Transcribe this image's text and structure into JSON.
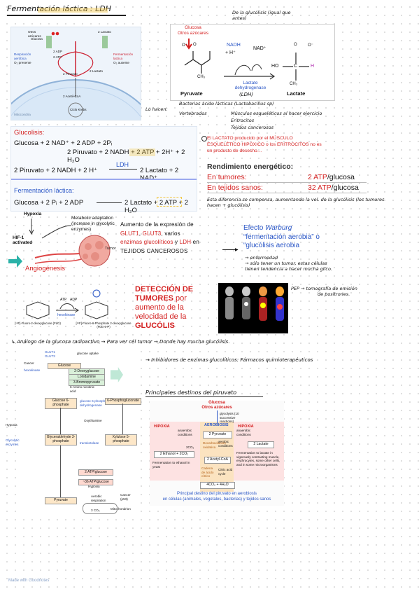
{
  "colors": {
    "accent_red": "#d42020",
    "accent_blue": "#2a56c6",
    "ldh_fill": "#f3a6a6",
    "atp_highlight": "#f2c84b",
    "green": "#2e9e5a"
  },
  "title": "Fermentación láctica : LDH",
  "fig1": {
    "otros_azucares": "Otros azúcares",
    "glucosa": "Glucosa",
    "respiracion": "Respiración aeróbica",
    "o2_presente": "O₂ presente",
    "fermentacion": "Fermentación láctica",
    "o2_ausente": "O₂ ausente",
    "two_atp": "2 ATP",
    "two_adp": "2 ADP",
    "two_lactato": "2 Lactato",
    "two_piruvato": "2 Piruvato",
    "acetil": "2 Acetil-CoA",
    "ciclo": "Ciclo Krebs",
    "mitocondria": "Mitocondria"
  },
  "fig2": {
    "glucosa": "Glucosa",
    "otros": "Otros azúcares",
    "nadh": "NADH",
    "h": "+ H⁺",
    "nad": "NAD⁺",
    "enzyme": "Lactate dehydrogenase",
    "ldh": "(LDH)",
    "pyruvate": "Pyruvate",
    "lactate": "Lactate",
    "note": "De la glucólisis (igual que antes)",
    "ho": "HO",
    "c": "C",
    "hh": "H",
    "ch3": "CH₃",
    "o": "O",
    "ominus": "O⁻"
  },
  "note_hacen": {
    "lead": "Lo hacen:",
    "bac": "Bacterias ácido lácticas (Lactobacillus sp)",
    "vert": "Vertebrados",
    "musc": "Músculos esqueléticos al hacer ejercicio",
    "eri": "Eritrocitos",
    "tej": "Tejidos cancerosos"
  },
  "eqcard": {
    "glucolisis": "Glucolisis:",
    "eq1a": "Glucosa + 2 NAD⁺ + 2 ADP + 2Pᵢ",
    "eq1b": "2 Piruvato + 2 NADH + 2 ATP + 2H⁺ + 2 H₂O",
    "ldh": "LDH",
    "eq2a": "2 Piruvato + 2 NADH + 2 H⁺",
    "eq2b": "2 Lactato + 2 NAD⁺",
    "ferm": "Fermentación láctica:",
    "eq3a": "Glucosa + 2 Pᵢ + 2 ADP",
    "eq3b": "2 Lactato + 2 ATP + 2 H₂O"
  },
  "lactato_note": "El LACTATO producido por el MÚSCULO ESQUELÉTICO HIPÓXICO o los ERITROCITOS no es un producto de desecho…",
  "rendimiento": {
    "title": "Rendimiento energético:",
    "r1_label": "En tumores:",
    "r1_value": "2 ATP",
    "r2_label": "En tejidos sanos:",
    "r2_value": "32 ATP",
    "unit": "/glucosa"
  },
  "rend_note": "Esta diferencia se compensa, aumentando la vel. de la glucólisis (los tumores hacen + glucólisis)",
  "hypoxia": {
    "hypoxia": "Hypoxia",
    "hif": "HIF-1 activated",
    "meta": "Metabolic adaptation (increase in glycolytic enzymes)",
    "tumor": "Tumor",
    "angio": "Angiogénesis"
  },
  "aumento": {
    "t1": "Aumento de la expresión de",
    "glut1": "GLUT1",
    "comma1": ",",
    "glut3": "GLUT3",
    "varios": ", varios",
    "enz": "enzimas glucolíticos",
    "y": " y ",
    "ldh": "LDH",
    "en": " en",
    "t2": "TEJIDOS CANCEROSOS"
  },
  "warburg": {
    "efecto": "Efecto",
    "w": "Warburg",
    "ferm": "“fermentación aerobia” o",
    "gluco": "“glucólisis aerobia"
  },
  "warburg_note": {
    "l1": "→ enfermedad",
    "l2": "→ sólo tener un tumor, estas células",
    "l3": "tienen tendencia a hacer mucha glico."
  },
  "fdg": {
    "left_caption": "[¹⁸F]-Fluoro-2-deoxyglucose (FdG)",
    "right_caption": "[¹⁸F]-Fluoro-6-Phosphate 2-deoxyglucose (FdG-6-P)",
    "atp": "ATP",
    "adp": "ADP",
    "enzyme": "hexokinase"
  },
  "deteccion": {
    "t1": "DETECCIÓN DE",
    "t2": "TUMORES",
    "t3": " por aumento de la velocidad de la",
    "t4": "GLUCÓLIS"
  },
  "pet_note": {
    "l1": "PEP → tomografía de emisión",
    "l2": "de positrones."
  },
  "analogo_note": "↳ Análogo de la glucosa radioactivo → Para ver cél tumor → Donde hay mucha glucólisis.",
  "inhib_note": "→ Inhibidores de enzimas glucolíticos: Fármacos quimioterapéuticos",
  "pathway": {
    "cancer": "Cancer",
    "glut": "GLUT1 GLUT3",
    "glucose_uptake": "glucose uptake",
    "glucose": "Glucose",
    "dg": "2-Deoxyglucose",
    "lonidamine": "Lonidamine",
    "bromo": "3-Bromopyruvate",
    "hexokinase": "hexokinase",
    "amino": "6-Amino nicotinic acid",
    "g6p": "Glucose 6-phosphate",
    "g6pd": "glucose 6-phosphate dehydrogenase",
    "pg": "6-Phosphogluconate",
    "oxythiamine": "Oxythiamine",
    "transketolase": "transketolase",
    "hypoxia": "Hypoxia",
    "glyc": "Glycolytic enzymes",
    "gap": "Glyceraldehyde 3-phosphate",
    "xyl": "Xylulose 5-phosphate",
    "two_atp": "2 ATP/glucose",
    "thirtysix": "~36 ATP/glucose",
    "pyruvate": "Pyruvate",
    "aerobic": "Aerobic respiration",
    "cancer2": "Cancer (p53)",
    "co2": "3 CO₂",
    "mito": "Mitochondrion",
    "hypoxia2": "Hypoxia"
  },
  "destinos": {
    "title": "Principales destinos del piruvato",
    "glucosa": "Glucosa",
    "otros": "Otros azúcares",
    "glycolysis": "glycolysis (10 successive reactions)",
    "aerobiosis": "AEROBIOSIS",
    "hipoxia_l": "HIPOXIA",
    "hipoxia_r": "HIPOXIA",
    "anaer_l": "anaerobic conditions",
    "anaer_r": "anaerobic conditions",
    "aer_cond": "aerobic conditions",
    "pyruvate": "2 Pyruvate",
    "co2": "2CO₂",
    "ethanol": "2 Ethanol + 2CO₂",
    "ferm_alc": "Fermentation to ethanol in yeast",
    "acetyl": "2 Acetyl-CoA",
    "lactate": "2 Lactate",
    "ferm_lac": "Fermentation to lactate in vigorously contracting muscle, erythrocytes, some other cells, and in some microorganisms",
    "citric": "Citric acid cycle",
    "co2b": "4CO₂ + 4H₂O",
    "decarbox": "Decarboxilación oxidativa",
    "cadena": "Cadena de ácido cítrico",
    "caption1": "Principal destino del piruvato en aerobiosis",
    "caption2": "en células (animales, vegetales, bacterias) y tejidos sanos"
  },
  "brand": "Made with Goodnotes"
}
